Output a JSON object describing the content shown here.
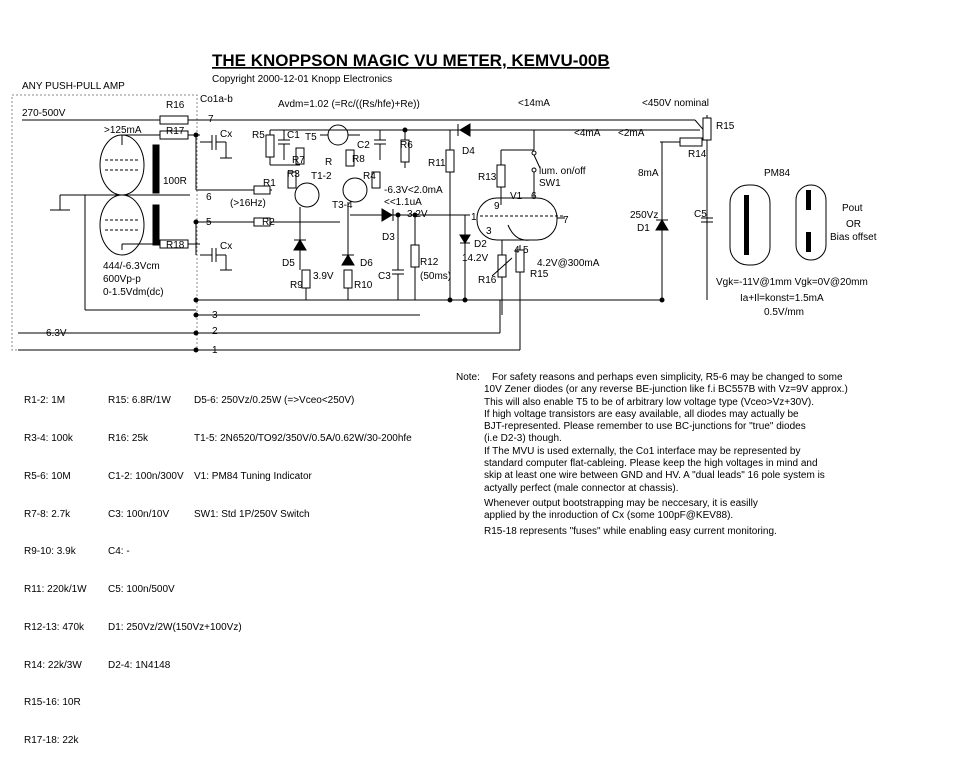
{
  "title": "THE KNOPPSON MAGIC VU METER, KEMVU-00B",
  "copyright": "Copyright 2000-12-01 Knopp Electronics",
  "amp_label": "ANY PUSH-PULL AMP",
  "supply_label": "270-500V",
  "connector_label": "Co1a-b",
  "gain_formula": "Avdm=1.02 (=Rc/((Rs/hfe)+Re))",
  "labels": {
    "cur_14": "<14mA",
    "cur_450": "<450V nominal",
    "cur_4": "<4mA",
    "cur_2": "<2mA",
    "cur_125": ">125mA",
    "r100": "100R",
    "hz16": "(>16Hz)",
    "bias": "-6.3V<2.0mA",
    "leak": "<<1.1uA",
    "v32": "3.2V",
    "v142": "14.2V",
    "v39": "3.9V",
    "heater": "4.2V@300mA",
    "ms50": "(50ms)",
    "ma8": "8mA",
    "zener": "250Vz",
    "lum": "lum. on/off",
    "vcm": "444/-6.3Vcm",
    "vpp": "600Vp-p",
    "vdm": "0-1.5Vdm(dc)",
    "v63": "6.3V",
    "pm84": "PM84",
    "pout": "Pout",
    "or": "OR",
    "bias_offset": "Bias offset",
    "vgk": "Vgk=-11V@1mm  Vgk=0V@20mm",
    "iakonst": "Ia+Il=konst=1.5mA",
    "mm": "0.5V/mm"
  },
  "components": {
    "R16": "R16",
    "R17": "R17",
    "R18": "R18",
    "R15": "R15",
    "R14": "R14",
    "R5": "R5",
    "C1": "C1",
    "T5": "T5",
    "C2": "C2",
    "R6": "R6",
    "R7": "R7",
    "R": "R",
    "R8": "R8",
    "R3": "R3",
    "T1_2": "T1-2",
    "T3_4": "T3-4",
    "R4": "R4",
    "R1": "R1",
    "R2": "R2",
    "D3": "D3",
    "D4": "D4",
    "R11": "R11",
    "R13": "R13",
    "SW1": "SW1",
    "V1": "V1",
    "C5": "C5",
    "D1": "D1",
    "D2": "D2",
    "D5": "D5",
    "D6": "D6",
    "R9": "R9",
    "R10": "R10",
    "C3": "C3",
    "R12": "R12",
    "R16b": "R16",
    "R15b": "R15",
    "Cx1": "Cx",
    "Cx2": "Cx"
  },
  "pins": {
    "p7": "7",
    "p6": "6",
    "p5": "5",
    "p3": "3",
    "p2": "2",
    "p1": "1",
    "v9": "9",
    "v6": "6",
    "v1": "1",
    "v3": "3",
    "v7": "7",
    "v4": "4",
    "v5": "5"
  },
  "bom_col1": [
    "R1-2: 1M",
    "R3-4: 100k",
    "R5-6: 10M",
    "R7-8: 2.7k",
    "R9-10: 3.9k",
    "R11: 220k/1W",
    "R12-13: 470k",
    "R14: 22k/3W",
    "R15-16: 10R",
    "R17-18: 22k"
  ],
  "bom_col2": [
    "R15: 6.8R/1W",
    "R16: 25k",
    "C1-2: 100n/300V",
    "C3: 100n/10V",
    "C4: -",
    "C5: 100n/500V",
    "D1: 250Vz/2W(150Vz+100Vz)",
    "D2-4: 1N4148"
  ],
  "bom_col3": [
    "D5-6: 250Vz/0.25W (=>Vceo<250V)",
    "T1-5: 2N6520/TO92/350V/0.5A/0.62W/30-200hfe",
    "V1: PM84 Tuning Indicator",
    "SW1: Std 1P/250V Switch"
  ],
  "notes_label": "Note:",
  "notes": [
    "For safety reasons and perhaps even simplicity, R5-6 may be changed to some",
    "10V Zener diodes (or any reverse BE-junction like f.i BC557B with Vz=9V approx.)",
    "This will also enable T5 to be of arbitrary low voltage type (Vceo>Vz+30V).",
    "If high voltage transistors are easy available, all diodes may actually be",
    "BJT-represented. Please remember to use BC-junctions for \"true\" diodes",
    "(i.e D2-3) though.",
    "If The MVU is used externally, the Co1 interface may be represented by",
    "standard computer flat-cableing. Please keep the high voltages in mind and",
    "skip at least one wire between GND and HV. A \"dual leads\" 16 pole system is",
    "actyally perfect (male connector at chassis).",
    "Whenever output bootstrapping may be neccesary, it is easilly",
    "applied by the inroduction of Cx (some 100pF@KEV88).",
    "R15-18 represents \"fuses\" while enabling easy current monitoring."
  ]
}
